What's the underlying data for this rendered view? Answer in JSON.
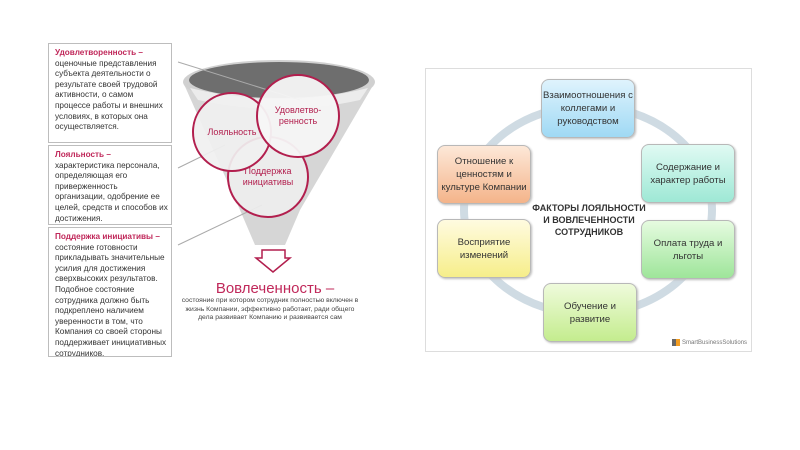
{
  "notes": [
    {
      "title": "Удовлетворенность –",
      "text": "оценочные представления субъекта деятельности о результате своей трудовой активности, о самом процессе работы и внешних условиях, в которых она осуществляется."
    },
    {
      "title": "Лояльность –",
      "text": "характеристика персонала, определяющая его приверженность организации, одобрение ее целей, средств и способов их достижения."
    },
    {
      "title": "Поддержка инициативы –",
      "text": "состояние готовности прикладывать значительные усилия для достижения сверхвысоких результатов. Подобное состояние сотрудника должно быть подкреплено наличием уверенности в том, что Компания со своей стороны поддерживает инициативных сотрудников,"
    }
  ],
  "circles": {
    "loyalty": "Лояльность",
    "satisfaction": "Удовлетво-ренность",
    "initiative": "Поддержка инициативы"
  },
  "engagement": {
    "title": "Вовлеченность –",
    "text": "состояние при котором сотрудник полностью включен в жизнь Компании, эффективно работает, ради общего дела развивает Компанию и развивается сам"
  },
  "factors": {
    "center": "ФАКТОРЫ ЛОЯЛЬНОСТИ И ВОВЛЕЧЕННОСТИ СОТРУДНИКОВ",
    "items": [
      "Взаимоотношения с коллегами и руководством",
      "Содержание  и характер работы",
      "Оплата труда и льготы",
      "Обучение и развитие",
      "Восприятие изменений",
      "Отношение к ценностям и культуре Компании"
    ],
    "logo": "SmartBusinessSolutions"
  },
  "colors": {
    "accent": "#c0285a"
  }
}
